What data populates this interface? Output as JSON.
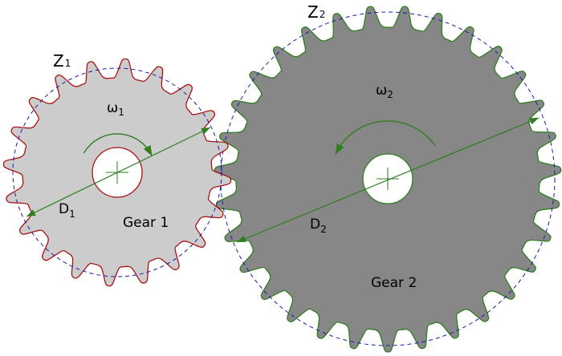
{
  "gears": [
    {
      "id": "gear1",
      "label": "Gear 1",
      "z_label": "Z",
      "z_sub": "1",
      "d_label": "D",
      "d_sub": "1",
      "omega_label": "ω",
      "omega_sub": "1",
      "teeth": 20,
      "rotation": "clockwise",
      "fill_color": "#cccccc",
      "outline_color": "#aa1111"
    },
    {
      "id": "gear2",
      "label": "Gear 2",
      "z_label": "Z",
      "z_sub": "2",
      "d_label": "D",
      "d_sub": "2",
      "omega_label": "ω",
      "omega_sub": "2",
      "teeth": 31,
      "rotation": "counterclockwise",
      "fill_color": "#878787",
      "outline_color": "#2f7d1f"
    }
  ],
  "colors": {
    "pitch_circle": "#1a1aa6",
    "dimension_line": "#2f7d1f",
    "center_mark": "#2f7d1f"
  }
}
